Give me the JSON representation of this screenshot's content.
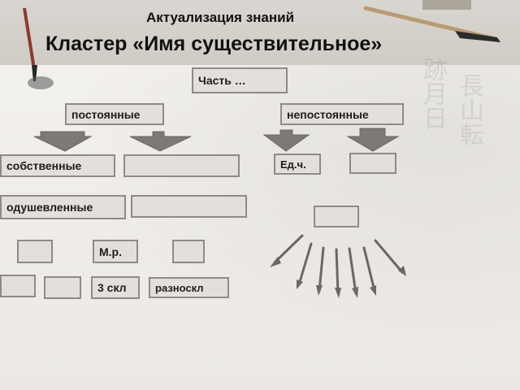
{
  "header": {
    "line1": "Актуализация знаний",
    "line2": "Кластер «Имя существительное»"
  },
  "boxes": {
    "part": "Часть …",
    "constant": "постоянные",
    "nonconstant": "непостоянные",
    "proper": "собственные",
    "blank1": "",
    "singular": "Ед.ч.",
    "blank2": "",
    "animate": "одушевленные",
    "blank3": "",
    "blank4": "",
    "blank5": "",
    "masculine": "М.р.",
    "blank6": "",
    "blank7": "",
    "blank8": "",
    "decl3": "3 скл",
    "heteroclitic": "разноскл"
  },
  "colors": {
    "box_fill": "#e3e0db",
    "box_border": "#8e8a84",
    "arrow_fill": "#7d7a75",
    "arrow_line": "#6b6864"
  },
  "icons": [
    "brush-icon",
    "ink-stone-icon",
    "down-arrow-icon"
  ]
}
